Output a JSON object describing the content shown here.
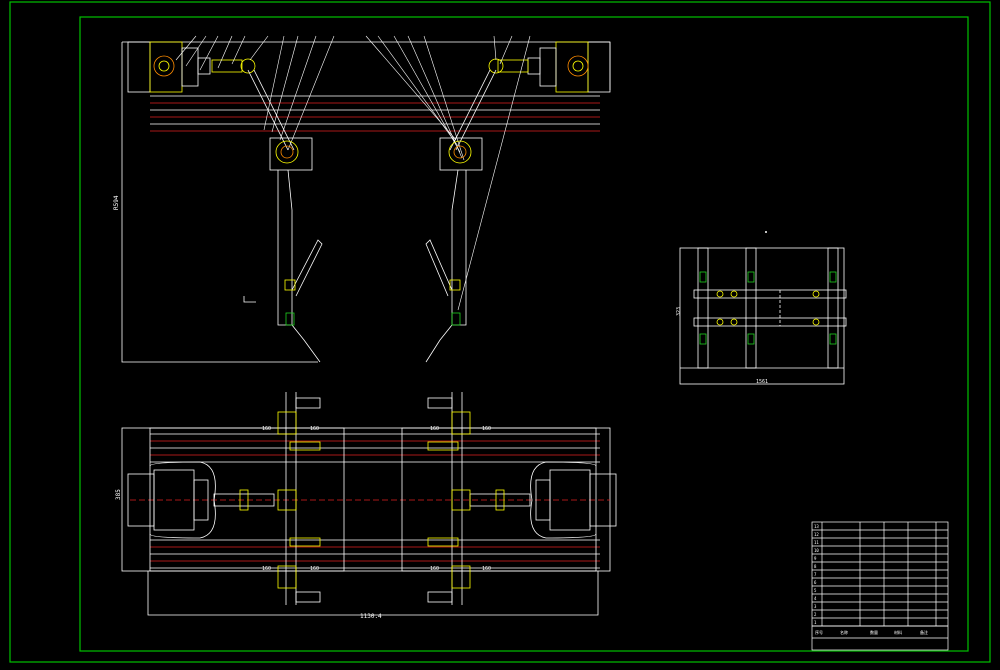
{
  "colors": {
    "background": "#000000",
    "frame": "#00c000",
    "line": "#ffffff",
    "center": "#e02020",
    "part": "#ffff00",
    "pin": "#20d020",
    "accent": "#ff8c00"
  },
  "dims": {
    "height_main": "R594",
    "width_plan": "1130.4",
    "plan_height": "385",
    "side_width": "1561",
    "side_height": "323"
  },
  "plan_labels": [
    "160",
    "160",
    "160",
    "160",
    "160",
    "160",
    "160",
    "160"
  ],
  "title_block": {
    "row_numbers": [
      "13",
      "12",
      "11",
      "10",
      "9",
      "8",
      "7",
      "6",
      "5",
      "4",
      "3",
      "2",
      "1"
    ],
    "footer": [
      "序号",
      "名称",
      "数量",
      "材料",
      "备注"
    ]
  },
  "icons": {
    "arrow": "arrow-icon",
    "center_mark": "center-mark-icon"
  }
}
